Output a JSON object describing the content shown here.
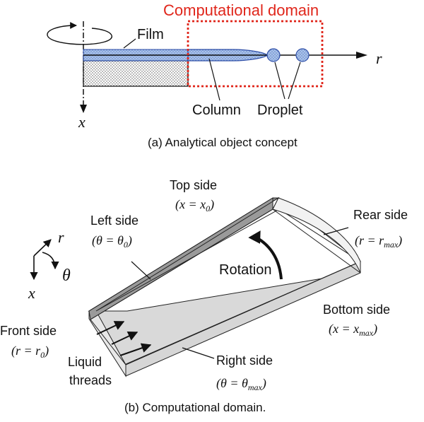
{
  "part_a": {
    "domain_title": "Computational domain",
    "film_label": "Film",
    "column_label": "Column",
    "droplet_label": "Droplet",
    "axis_r": "r",
    "axis_x": "x",
    "caption": "(a) Analytical object concept"
  },
  "part_b": {
    "top_side": "Top side",
    "top_side_eq": "(x = x",
    "top_side_sub": "0",
    "left_side": "Left side",
    "left_side_eq": "(θ = θ",
    "left_side_sub": "0",
    "rear_side": "Rear side",
    "rear_side_eq": "(r = r",
    "rear_side_sub": "max",
    "rotation": "Rotation",
    "bottom_side": "Bottom side",
    "bottom_side_eq": "(x = x",
    "bottom_side_sub": "max",
    "front_side": "Front side",
    "front_side_eq": "(r = r",
    "front_side_sub": "0",
    "liquid_threads_1": "Liquid",
    "liquid_threads_2": "threads",
    "right_side": "Right side",
    "right_side_eq": "(θ = θ",
    "right_side_sub": "max",
    "axis_r": "r",
    "axis_theta": "θ",
    "axis_x": "x",
    "caption": "(b) Computational domain."
  },
  "colors": {
    "domain_red": "#e0261b",
    "film_blue": "#9db8e6",
    "column_stroke": "#2f4fa8",
    "shade_dark": "#8c8c8c",
    "shade_light": "#d9d9d9"
  }
}
